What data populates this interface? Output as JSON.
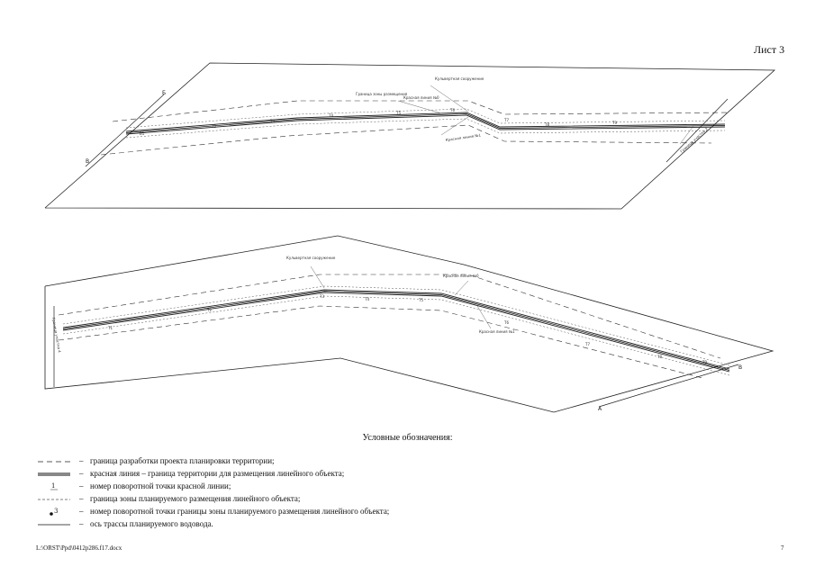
{
  "header": {
    "sheet_label": "Лист 3"
  },
  "drawing_top": {
    "labels": [
      {
        "text": "Кульвертная\nсооружение"
      },
      {
        "text": "Красная линия №0"
      },
      {
        "text": "Красная линия №1"
      },
      {
        "text": "Граница зоны размещения"
      },
      {
        "text": "Граница\nучастка 2"
      },
      {
        "text": "Б"
      },
      {
        "text": "В"
      }
    ]
  },
  "drawing_bottom": {
    "labels": [
      {
        "text": "Кульвертная\nсооружение"
      },
      {
        "text": "Красная линия №0"
      },
      {
        "text": "Красная линия №1"
      },
      {
        "text": "Граница\nучастка 4"
      },
      {
        "text": "В"
      },
      {
        "text": "А"
      }
    ]
  },
  "legend": {
    "title": "Условные обозначения:",
    "items": [
      {
        "symbol": "dashed-line",
        "dash": "–",
        "text": "граница разработки проекта планировки территории;"
      },
      {
        "symbol": "double-solid-line",
        "dash": "–",
        "text": "красная линия – граница территории для размещения линейного объекта;"
      },
      {
        "symbol": "point-number",
        "glyph": "1",
        "dash": "–",
        "text": "номер поворотной точки красной линии;"
      },
      {
        "symbol": "dotted-line",
        "dash": "–",
        "text": "граница зоны планируемого размещения линейного объекта;"
      },
      {
        "symbol": "dot-number",
        "glyph": "3",
        "dash": "–",
        "text": "номер поворотной точки границы зоны планируемого размещения линейного объекта;"
      },
      {
        "symbol": "solid-line",
        "dash": "–",
        "text": "ось трассы планируемого водовода."
      }
    ]
  },
  "footer": {
    "path": "L:\\ORST\\Ppd\\0412p286.f17.docx",
    "page_number": "7"
  }
}
